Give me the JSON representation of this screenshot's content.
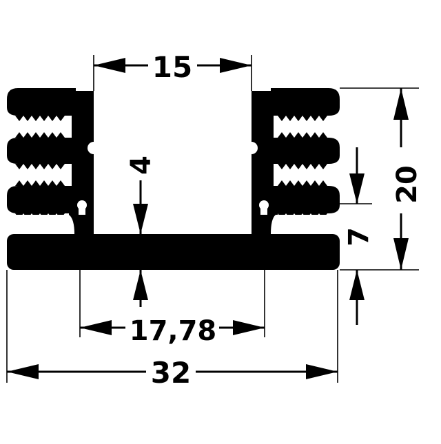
{
  "drawing": {
    "colors": {
      "profile": "#000000",
      "background": "#ffffff"
    },
    "dimensions": {
      "top_opening": "15",
      "base_thickness": "4",
      "right_height": "20",
      "right_lower": "7",
      "hole_spacing": "17,78",
      "overall_width": "32"
    }
  }
}
